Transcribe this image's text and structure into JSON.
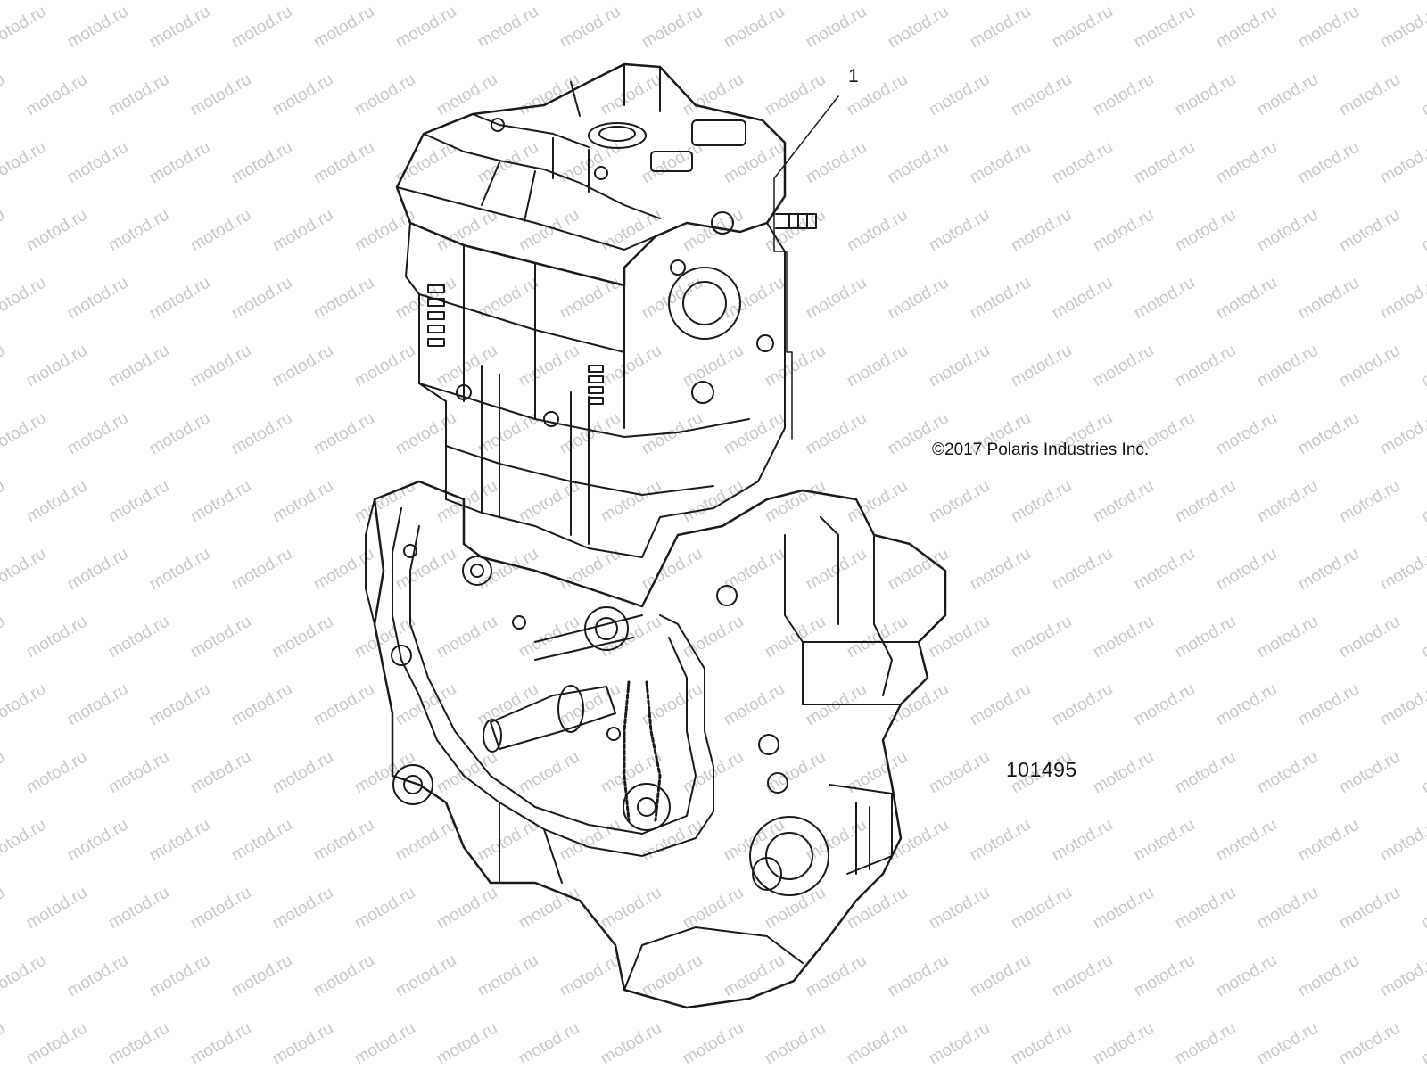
{
  "watermark": {
    "text": "motod.ru"
  },
  "callout": {
    "number": "1"
  },
  "copyright": "©2017 Polaris Industries Inc.",
  "figure_id": "101495",
  "colors": {
    "line": "#1a1a1a",
    "watermark": "#c9c9c9",
    "background": "#ffffff"
  }
}
